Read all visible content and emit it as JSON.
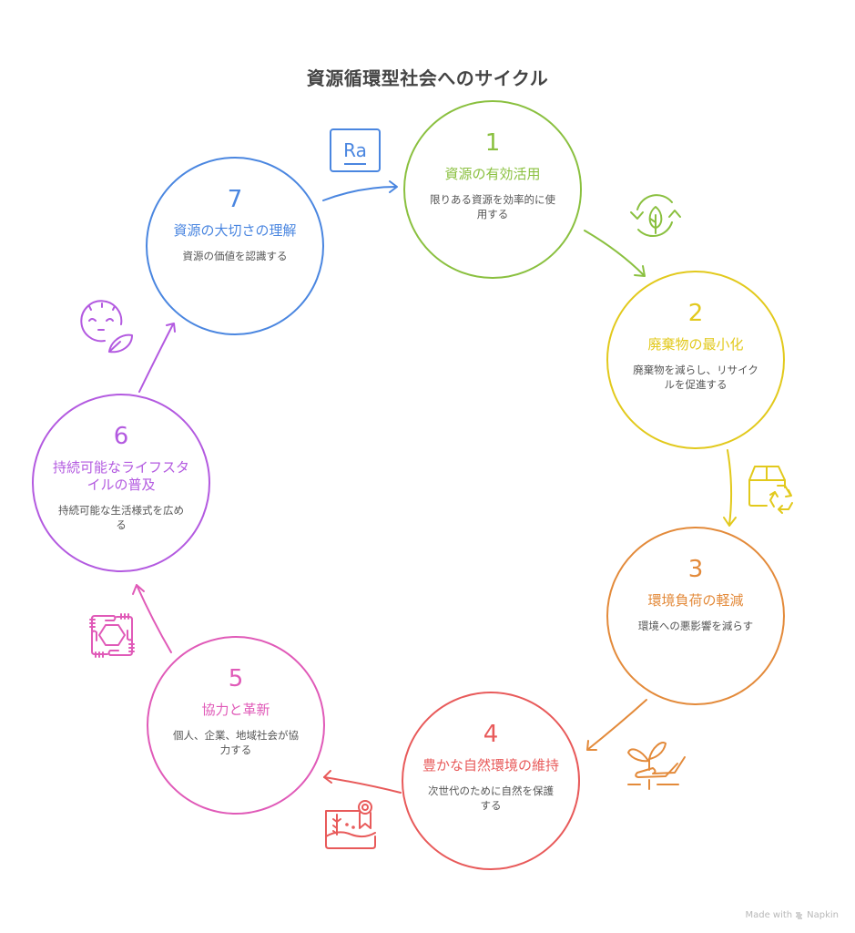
{
  "title": "資源循環型社会へのサイクル",
  "nodes": [
    {
      "number": "1",
      "title": "資源の有効活用",
      "description": "限りある資源を効率的に使用する",
      "color": "#8ac03f",
      "icon": "leaf-recycle-icon"
    },
    {
      "number": "2",
      "title": "廃棄物の最小化",
      "description": "廃棄物を減らし、リサイクルを促進する",
      "color": "#e2c91c",
      "icon": "box-recycle-icon"
    },
    {
      "number": "3",
      "title": "環境負荷の軽減",
      "description": "環境への悪影響を減らす",
      "color": "#e38a3a",
      "icon": "hand-plant-icon"
    },
    {
      "number": "4",
      "title": "豊かな自然環境の維持",
      "description": "次世代のために自然を保護する",
      "color": "#e85a5a",
      "icon": "nature-award-icon"
    },
    {
      "number": "5",
      "title": "協力と革新",
      "description": "個人、企業、地域社会が協力する",
      "color": "#e05ab8",
      "icon": "joined-hands-icon"
    },
    {
      "number": "6",
      "title": "持続可能なライフスタイルの普及",
      "description": "持続可能な生活様式を広める",
      "color": "#b35ae0",
      "icon": "calm-face-leaf-icon"
    },
    {
      "number": "7",
      "title": "資源の大切さの理解",
      "description": "資源の価値を認識する",
      "color": "#4a86e0",
      "icon": "radium-element-icon"
    }
  ],
  "icon_text": {
    "element_symbol": "Ra"
  },
  "footer": {
    "made_with": "Made with",
    "brand": "Napkin"
  }
}
